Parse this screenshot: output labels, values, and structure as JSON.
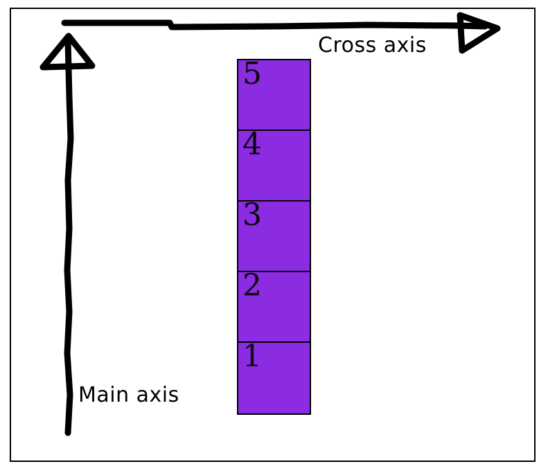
{
  "diagram": {
    "title": "Flexbox main axis and cross axis diagram",
    "background_color": "#ffffff",
    "stroke_color": "#000000",
    "item_fill_color": "#8B2BE2"
  },
  "axes": {
    "main": {
      "label": "Main axis",
      "direction": "vertical-up",
      "arrow_head": "triangle-outline"
    },
    "cross": {
      "label": "Cross axis",
      "direction": "horizontal-right",
      "arrow_head": "triangle-outline"
    }
  },
  "flex_container": {
    "direction": "column",
    "items": [
      {
        "label": "5"
      },
      {
        "label": "4"
      },
      {
        "label": "3"
      },
      {
        "label": "2"
      },
      {
        "label": "1"
      }
    ]
  }
}
